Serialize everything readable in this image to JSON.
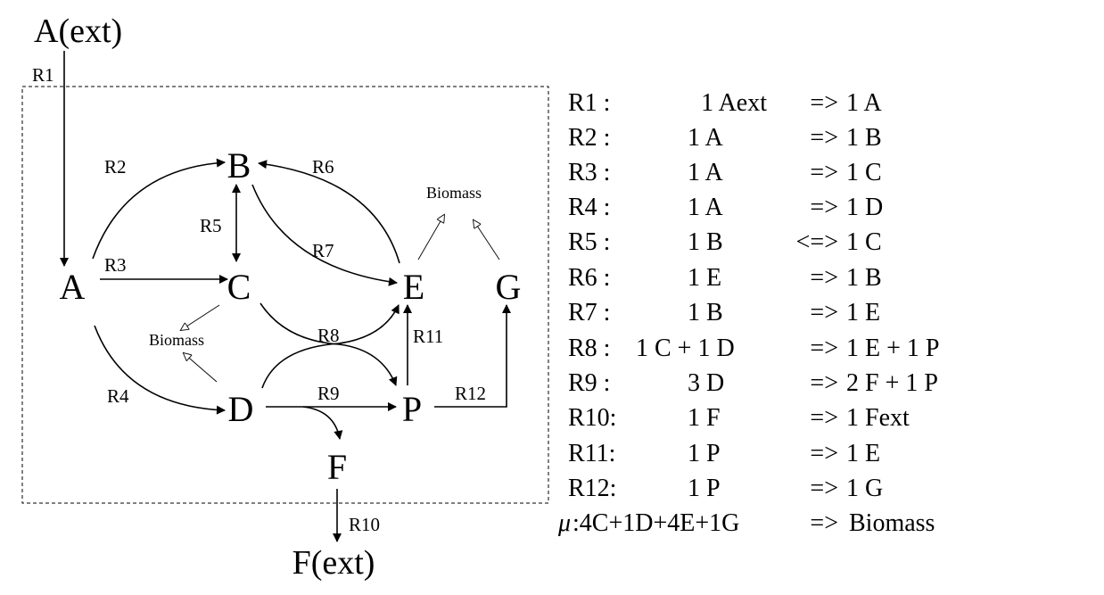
{
  "nodes": {
    "a_ext": "A(ext)",
    "a": "A",
    "b": "B",
    "c": "C",
    "d": "D",
    "e": "E",
    "f": "F",
    "g": "G",
    "p": "P",
    "f_ext": "F(ext)"
  },
  "edge_labels": {
    "r1": "R1",
    "r2": "R2",
    "r3": "R3",
    "r4": "R4",
    "r5": "R5",
    "r6": "R6",
    "r7": "R7",
    "r8": "R8",
    "r9": "R9",
    "r10": "R10",
    "r11": "R11",
    "r12": "R12"
  },
  "biomass_labels": {
    "left": "Biomass",
    "right": "Biomass"
  },
  "reactions": [
    {
      "id": "R1 :",
      "lhs": "1 Aext",
      "arrow": "=>",
      "rhs": "1 A"
    },
    {
      "id": "R2 :",
      "lhs": "1 A",
      "arrow": "=>",
      "rhs": "1 B"
    },
    {
      "id": "R3 :",
      "lhs": "1 A",
      "arrow": "=>",
      "rhs": "1 C"
    },
    {
      "id": "R4 :",
      "lhs": "1 A",
      "arrow": "=>",
      "rhs": "1 D"
    },
    {
      "id": "R5 :",
      "lhs": "1 B",
      "arrow": "<=>",
      "rhs": "1 C"
    },
    {
      "id": "R6 :",
      "lhs": "1 E",
      "arrow": "=>",
      "rhs": "1 B"
    },
    {
      "id": "R7 :",
      "lhs": "1 B",
      "arrow": "=>",
      "rhs": "1 E"
    },
    {
      "id": "R8 :",
      "lhs": "1 C + 1 D",
      "arrow": "=>",
      "rhs": "1 E + 1 P"
    },
    {
      "id": "R9 :",
      "lhs": "3 D",
      "arrow": "=>",
      "rhs": "2 F + 1 P"
    },
    {
      "id": "R10:",
      "lhs": "1 F",
      "arrow": "=>",
      "rhs": "1 Fext"
    },
    {
      "id": "R11:",
      "lhs": "1 P",
      "arrow": "=>",
      "rhs": "1 E"
    },
    {
      "id": "R12:",
      "lhs": "1 P",
      "arrow": "=>",
      "rhs": "1 G"
    }
  ],
  "biomass_equation": {
    "symbol": "μ",
    "lhs": ":4C+1D+4E+1G",
    "arrow": "=>",
    "rhs": "Biomass"
  }
}
